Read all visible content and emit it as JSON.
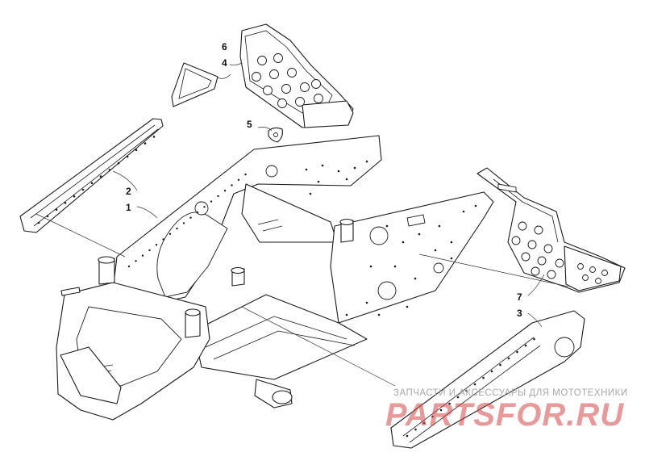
{
  "callouts": [
    {
      "id": "callout-6",
      "label": "6"
    },
    {
      "id": "callout-4",
      "label": "4"
    },
    {
      "id": "callout-5",
      "label": "5"
    },
    {
      "id": "callout-2",
      "label": "2"
    },
    {
      "id": "callout-1",
      "label": "1"
    },
    {
      "id": "callout-7",
      "label": "7"
    },
    {
      "id": "callout-3",
      "label": "3"
    }
  ],
  "watermark": {
    "tagline": "ЗАПЧАСТИ И АКСЕССУАРЫ ДЛЯ МОТОТЕХНИКИ",
    "logo": "PARTSFOR.RU",
    "logo_color": "#d64646",
    "tagline_color": "#a9a9a9"
  },
  "line_color": "#1a1a1a"
}
